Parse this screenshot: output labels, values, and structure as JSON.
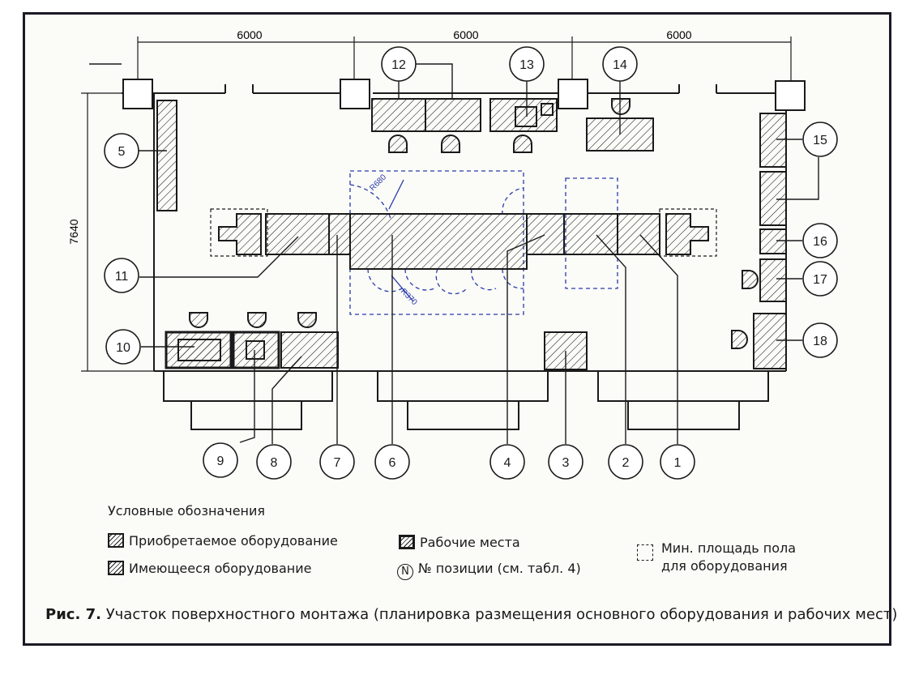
{
  "dimensions": {
    "span_1": "6000",
    "span_2": "6000",
    "span_3": "6000",
    "height": "7640"
  },
  "radius_labels": {
    "r1": "R680",
    "r2": "R370"
  },
  "positions": [
    "1",
    "2",
    "3",
    "4",
    "5",
    "6",
    "7",
    "8",
    "9",
    "10",
    "11",
    "12",
    "13",
    "14",
    "15",
    "16",
    "17",
    "18"
  ],
  "legend": {
    "title": "Условные обозначения",
    "purchased": "Приобретаемое оборудование",
    "existing": "Имеющееся оборудование",
    "workplaces": "Рабочие места",
    "position_symbol": "N",
    "position_note": "№ позиции (см. табл. 4)",
    "min_area_line1": "Мин. площадь пола",
    "min_area_line2": "для оборудования"
  },
  "caption": {
    "label": "Рис. 7.",
    "text": "Участок поверхностного монтажа (планировка размещения основного оборудования и рабочих мест)"
  },
  "colors": {
    "ink": "#1a1a1a",
    "dashed_blue": "#2a3aa8",
    "frame": "#1a1a24"
  }
}
